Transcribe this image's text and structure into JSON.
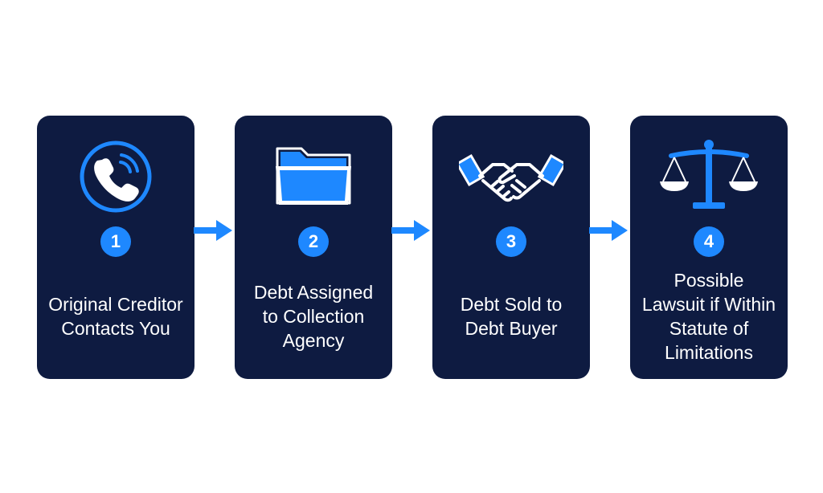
{
  "accent_color": "#1e88ff",
  "card_color": "#0e1b41",
  "steps": [
    {
      "number": "1",
      "label": "Original Creditor Contacts You",
      "icon": "phone-call-icon"
    },
    {
      "number": "2",
      "label": "Debt Assigned to Collection Agency",
      "icon": "folder-icon"
    },
    {
      "number": "3",
      "label": "Debt Sold to Debt Buyer",
      "icon": "handshake-icon"
    },
    {
      "number": "4",
      "label": "Possible Lawsuit if Within Statute of Limitations",
      "icon": "scales-of-justice-icon"
    }
  ]
}
